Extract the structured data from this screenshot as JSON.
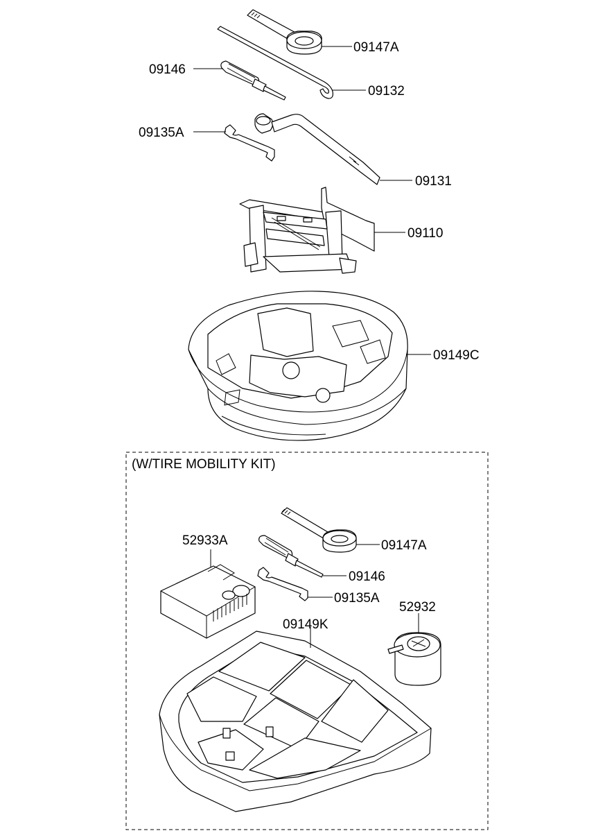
{
  "kit_title": "(W/TIRE MOBILITY KIT)",
  "labels": {
    "p09147A_top": "09147A",
    "p09146_top": "09146",
    "p09132": "09132",
    "p09135A_top": "09135A",
    "p09131": "09131",
    "p09110": "09110",
    "p09149C": "09149C",
    "p09147A_kit": "09147A",
    "p52933A": "52933A",
    "p09146_kit": "09146",
    "p09135A_kit": "09135A",
    "p52932": "52932",
    "p09149K": "09149K"
  }
}
